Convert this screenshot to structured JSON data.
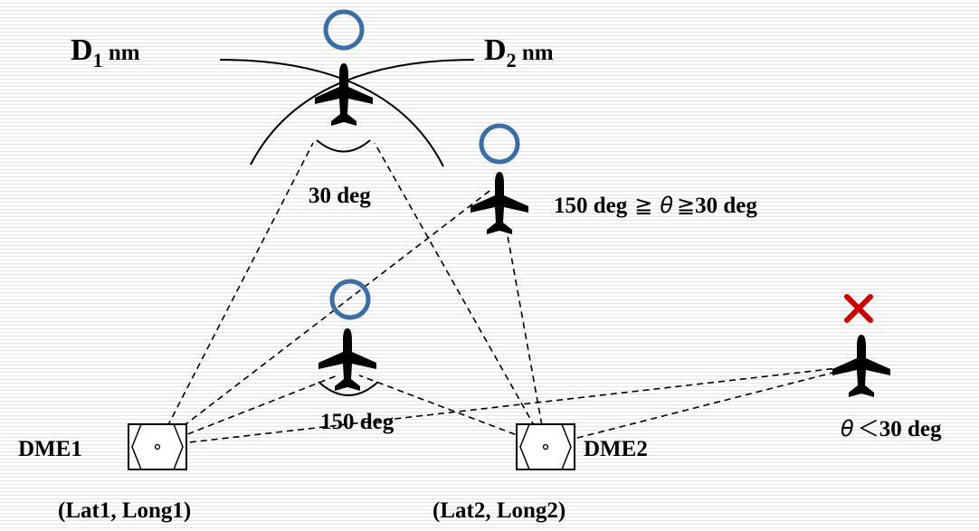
{
  "labels": {
    "d1": "D",
    "d1_sub": "1",
    "d1_unit": " nm",
    "d2": "D",
    "d2_sub": "2",
    "d2_unit": " nm",
    "angle_top": "30 deg",
    "angle_mid": "150 deg",
    "range_left": "150 deg",
    "range_ge1": "≧",
    "range_theta": "θ",
    "range_ge2": "≧",
    "range_right": "30 deg",
    "bad_theta": "θ",
    "bad_lt": "＜",
    "bad_right": "30 deg",
    "dme1": "DME1",
    "dme2": "DME2",
    "coord1": "(Lat1, Long1)",
    "coord2": "(Lat2, Long2)"
  },
  "status_marks": {
    "valid": "circle",
    "invalid": "cross"
  },
  "colors": {
    "valid": "#3a6ea5",
    "invalid": "#cc0000"
  }
}
